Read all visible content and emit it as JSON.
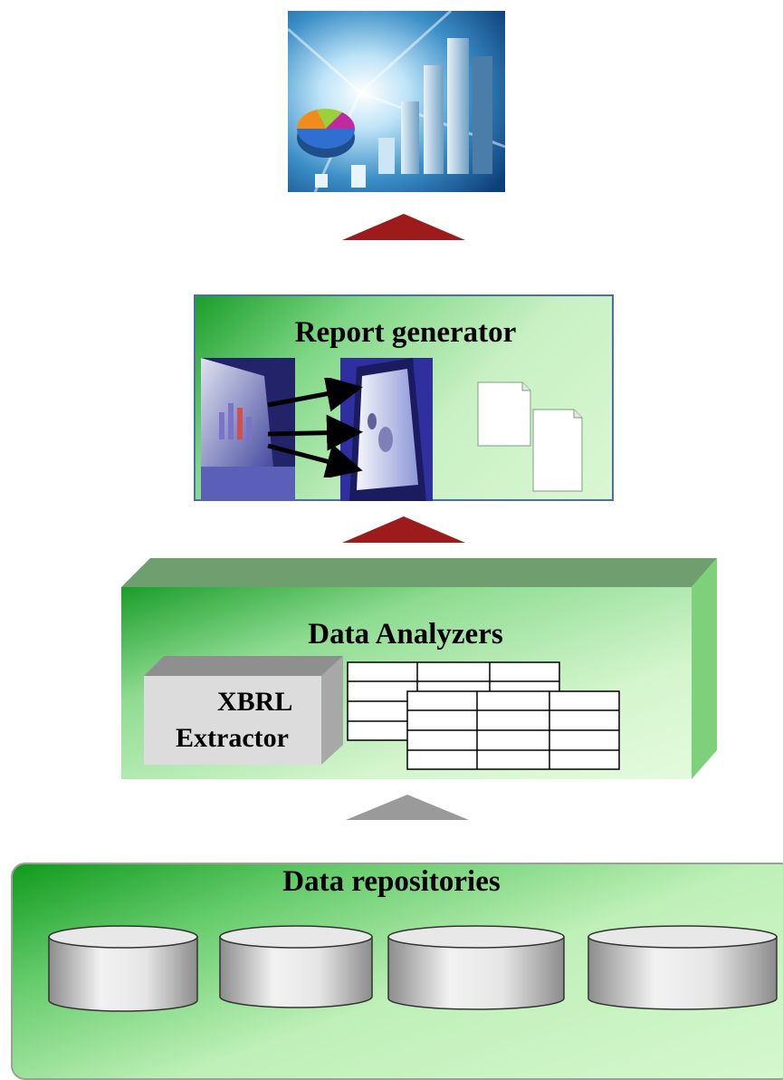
{
  "colors": {
    "arrow_red": "#9e1b1b",
    "arrow_gray": "#9a9a9a",
    "green_dark": "#1b9d2a",
    "green_light": "#d9f7d2",
    "report_border": "#4a6fa8"
  },
  "top_image": {
    "icon": "business-charts-illustration"
  },
  "report_generator": {
    "title": "Report generator",
    "icons": [
      "monitor-chart-photo",
      "document-icon"
    ]
  },
  "data_analyzers": {
    "title": "Data Analyzers",
    "extractor": {
      "line1": "XBRL",
      "line2": "Extractor"
    },
    "icons": [
      "table-grid-icon"
    ]
  },
  "data_repositories": {
    "title": "Data repositories",
    "databases": [
      "database-cylinder",
      "database-cylinder",
      "database-cylinder",
      "database-cylinder"
    ]
  }
}
